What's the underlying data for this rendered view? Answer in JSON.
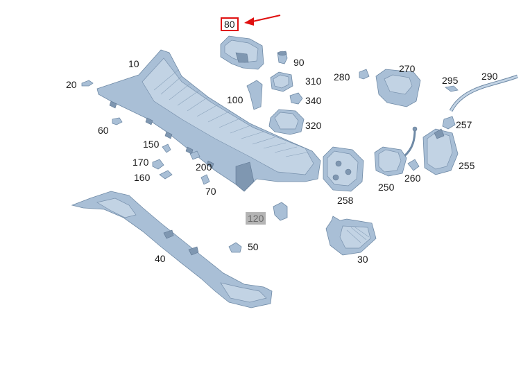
{
  "callout": {
    "part": "80",
    "color": "#e01010"
  },
  "labels": {
    "l80": "80",
    "l90": "90",
    "l10": "10",
    "l20": "20",
    "l310": "310",
    "l100": "100",
    "l340": "340",
    "l280": "280",
    "l270": "270",
    "l295": "295",
    "l290": "290",
    "l60": "60",
    "l320": "320",
    "l257": "257",
    "l150": "150",
    "l170": "170",
    "l200": "200",
    "l255": "255",
    "l160": "160",
    "l250": "250",
    "l260": "260",
    "l70": "70",
    "l258": "258",
    "l120": "120",
    "l50": "50",
    "l40": "40",
    "l30": "30"
  },
  "colors": {
    "part": "#a9bfd6",
    "outline": "#6f8aa6",
    "highlight": "#e01010",
    "disabled_label": "#b4b4b4"
  }
}
